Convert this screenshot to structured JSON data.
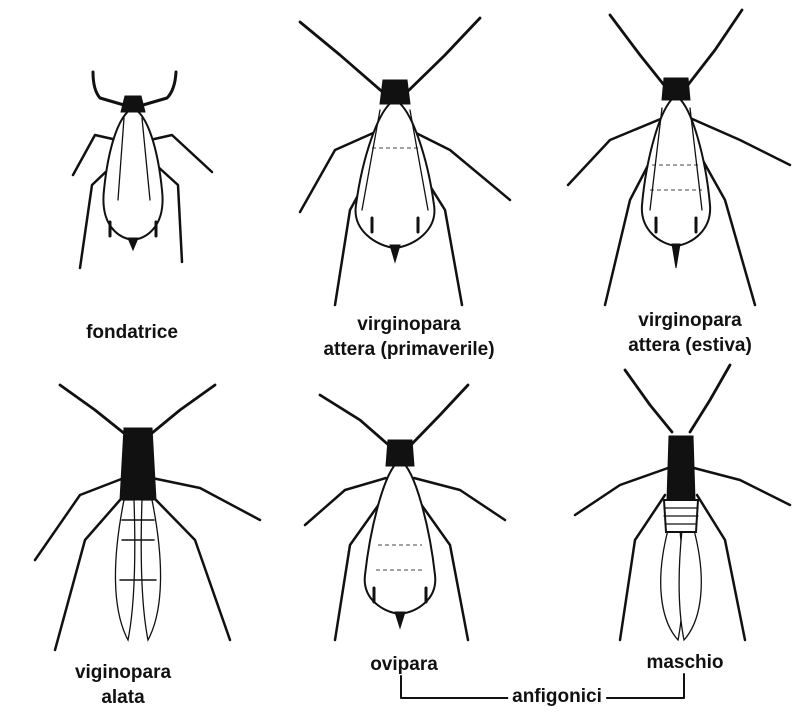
{
  "figures": [
    {
      "id": "fondatrice",
      "lines": [
        "fondatrice"
      ]
    },
    {
      "id": "virginopara-attera-primaverile",
      "lines": [
        "virginopara",
        "attera (primaverile)"
      ]
    },
    {
      "id": "virginopara-attera-estiva",
      "lines": [
        "virginopara",
        "attera (estiva)"
      ]
    },
    {
      "id": "viginopara-alata",
      "lines": [
        "viginopara",
        "alata"
      ]
    },
    {
      "id": "ovipara",
      "lines": [
        "ovipara"
      ]
    },
    {
      "id": "maschio",
      "lines": [
        "maschio"
      ]
    }
  ],
  "group": {
    "label": "anfigonici",
    "members": [
      "ovipara",
      "maschio"
    ]
  }
}
